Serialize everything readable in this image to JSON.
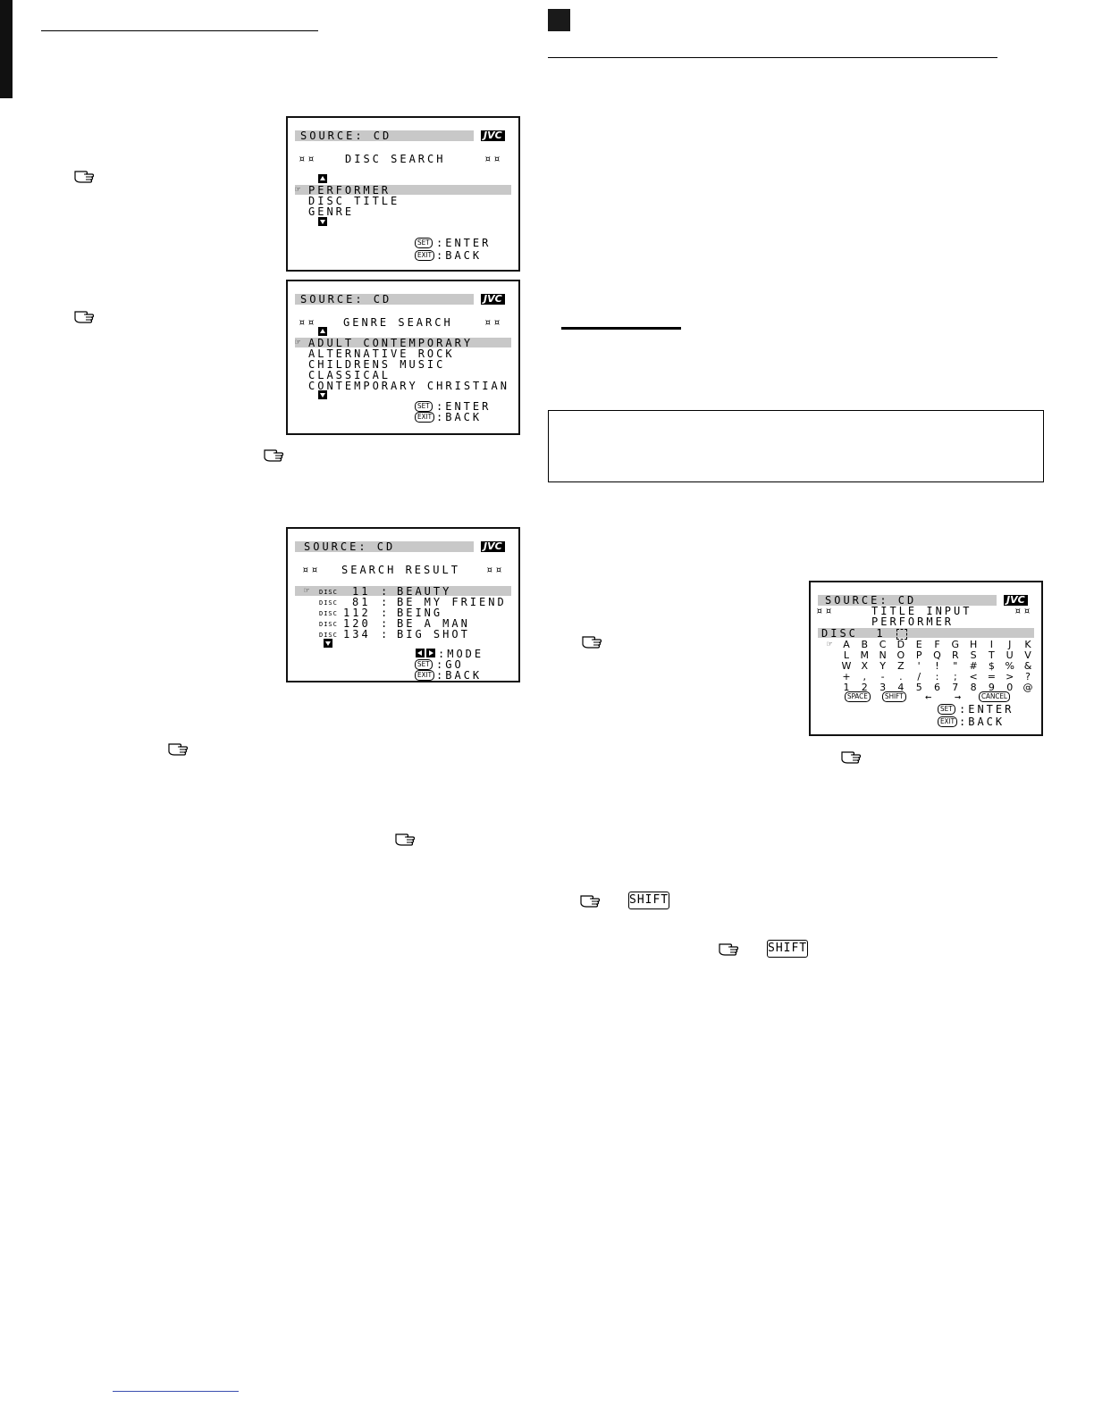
{
  "screens": {
    "disc_search": {
      "source": "SOURCE: CD",
      "brand": "JVC",
      "title": "DISC SEARCH",
      "items": [
        "PERFORMER",
        "DISC TITLE",
        "GENRE"
      ],
      "set_label": ":ENTER",
      "exit_label": ":BACK"
    },
    "genre_search": {
      "source": "SOURCE: CD",
      "brand": "JVC",
      "title": "GENRE SEARCH",
      "items": [
        "ADULT CONTEMPORARY",
        "ALTERNATIVE ROCK",
        "CHILDRENS MUSIC",
        "CLASSICAL",
        "CONTEMPORARY CHRISTIAN"
      ],
      "set_label": ":ENTER",
      "exit_label": ":BACK"
    },
    "search_result": {
      "source": "SOURCE: CD",
      "brand": "JVC",
      "title": "SEARCH RESULT",
      "disc_prefix": "DISC",
      "rows": [
        {
          "num": "11",
          "name": "BEAUTY"
        },
        {
          "num": "81",
          "name": "BE MY FRIEND"
        },
        {
          "num": "112",
          "name": "BEING"
        },
        {
          "num": "120",
          "name": "BE A MAN"
        },
        {
          "num": "134",
          "name": "BIG SHOT"
        }
      ],
      "mode_label": ":MODE",
      "set_label": ":GO",
      "exit_label": ":BACK"
    },
    "title_input": {
      "source": "SOURCE: CD",
      "brand": "JVC",
      "title": "TITLE INPUT",
      "subtitle": "PERFORMER",
      "disc_line": "DISC  1",
      "chars": [
        [
          "A",
          "B",
          "C",
          "D",
          "E",
          "F",
          "G",
          "H",
          "I",
          "J",
          "K"
        ],
        [
          "L",
          "M",
          "N",
          "O",
          "P",
          "Q",
          "R",
          "S",
          "T",
          "U",
          "V"
        ],
        [
          "W",
          "X",
          "Y",
          "Z",
          "'",
          "!",
          "\"",
          "#",
          "$",
          "%",
          "&"
        ],
        [
          "+",
          ",",
          "-",
          ".",
          "/",
          ":",
          ";",
          "<",
          "=",
          ">",
          "?"
        ],
        [
          "1",
          "2",
          "3",
          "4",
          "5",
          "6",
          "7",
          "8",
          "9",
          "0",
          "@"
        ]
      ],
      "space_key": "SPACE",
      "shift_key": "SHIFT",
      "arrows": "←   →",
      "cancel_key": "CANCEL",
      "set_label": ":ENTER",
      "exit_label": ":BACK"
    }
  },
  "keys": {
    "set": "SET",
    "exit": "EXIT"
  },
  "buttons": {
    "shift": "SHIFT"
  },
  "icons": {
    "pointer": "hand-pointer-icon"
  }
}
